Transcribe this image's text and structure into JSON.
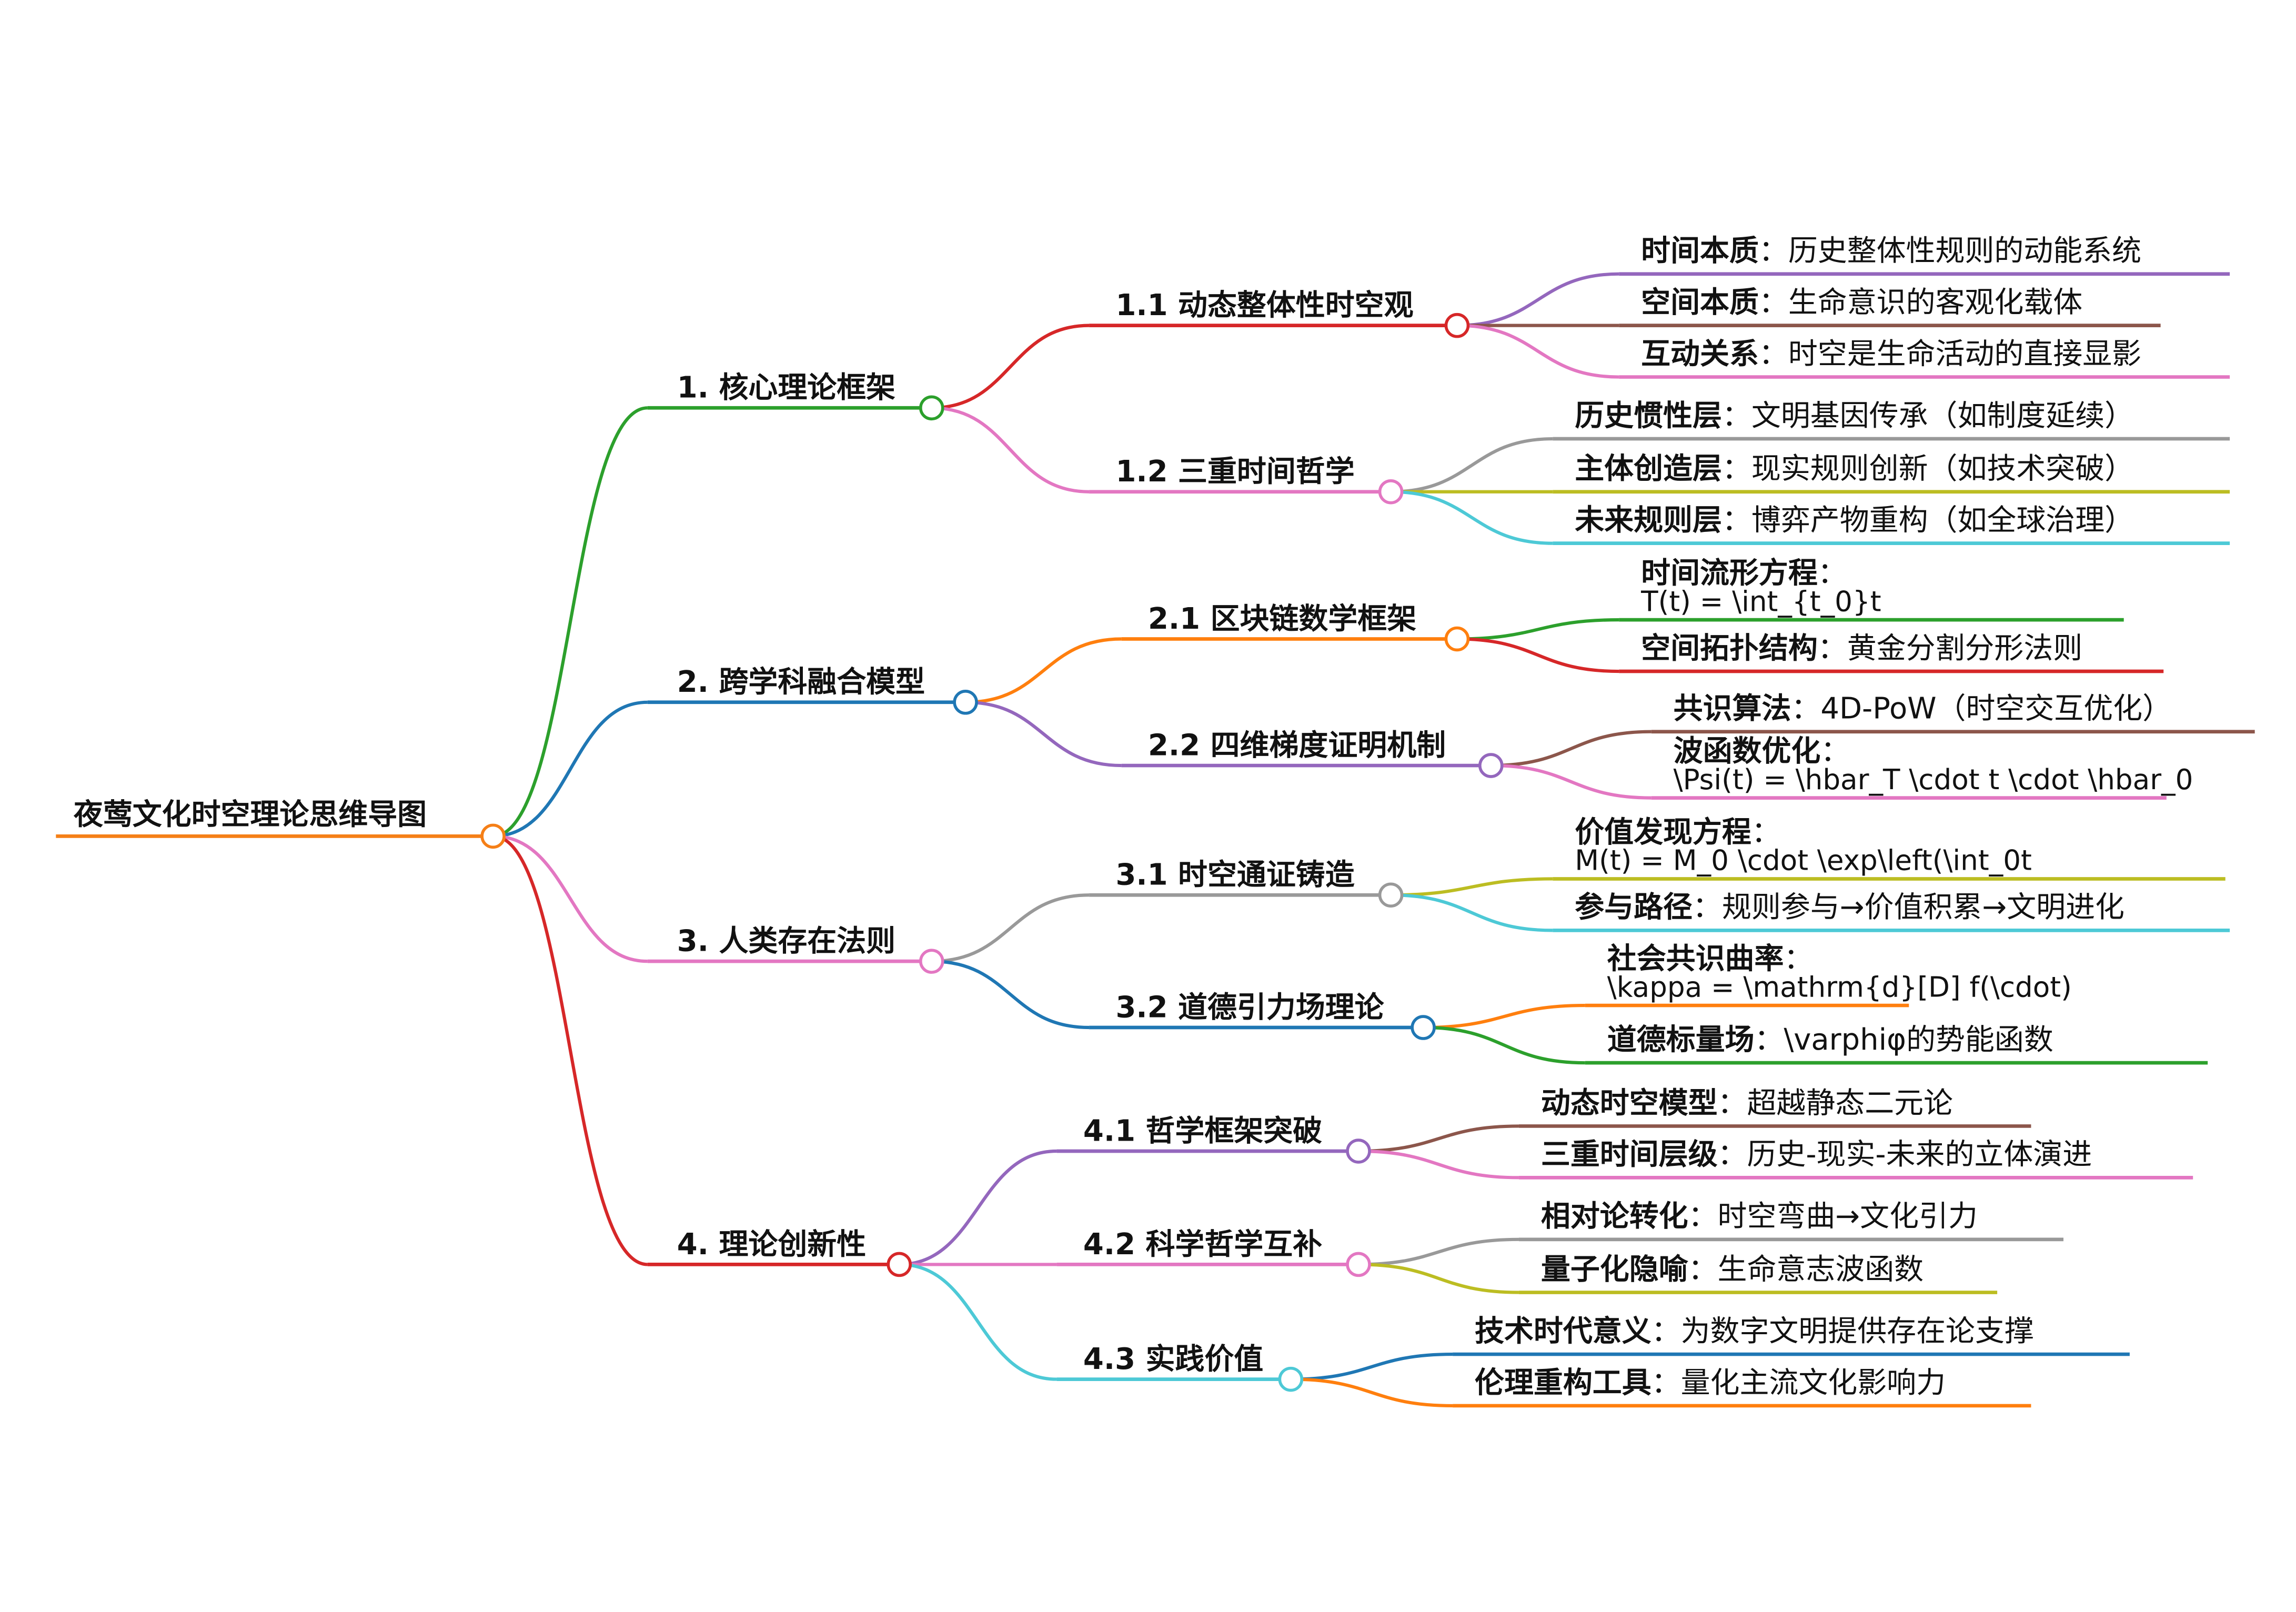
{
  "title": "夜莺文化时空理论思维导图",
  "root_color": "#f57f17",
  "branches": [
    {
      "label": "1. 核心理论框架",
      "color": "#2ca02c",
      "children": [
        {
          "label": "1.1 动态整体性时空观",
          "color": "#d62728",
          "leaves": [
            {
              "key": "时间本质",
              "value": "历史整体性规则的动能系统",
              "color": "#9467bd"
            },
            {
              "key": "空间本质",
              "value": "生命意识的客观化载体",
              "color": "#8c564b"
            },
            {
              "key": "互动关系",
              "value": "时空是生命活动的直接显影",
              "color": "#e377c2"
            }
          ]
        },
        {
          "label": "1.2 三重时间哲学",
          "color": "#e377c2",
          "leaves": [
            {
              "key": "历史惯性层",
              "value": "文明基因传承（如制度延续）",
              "color": "#999999"
            },
            {
              "key": "主体创造层",
              "value": "现实规则创新（如技术突破）",
              "color": "#bcbd22"
            },
            {
              "key": "未来规则层",
              "value": "博弈产物重构（如全球治理）",
              "color": "#4dc9d6"
            }
          ]
        }
      ]
    },
    {
      "label": "2. 跨学科融合模型",
      "color": "#1f77b4",
      "children": [
        {
          "label": "2.1 区块链数学框架",
          "color": "#ff7f0e",
          "leaves": [
            {
              "key": "时间流形方程",
              "formula": "T(t) = \\int_{t_0}t",
              "color": "#2ca02c"
            },
            {
              "key": "空间拓扑结构",
              "value": "黄金分割分形法则",
              "color": "#d62728"
            }
          ]
        },
        {
          "label": "2.2 四维梯度证明机制",
          "color": "#9467bd",
          "leaves": [
            {
              "key": "共识算法",
              "value": "4D-PoW（时空交互优化）",
              "color": "#8c564b"
            },
            {
              "key": "波函数优化",
              "formula": "\\Psi(t) = \\hbar_T \\cdot t \\cdot \\hbar_0",
              "color": "#e377c2"
            }
          ]
        }
      ]
    },
    {
      "label": "3. 人类存在法则",
      "color": "#e377c2",
      "children": [
        {
          "label": "3.1 时空通证铸造",
          "color": "#999999",
          "leaves": [
            {
              "key": "价值发现方程",
              "formula": "M(t) = M_0 \\cdot \\exp\\left(\\int_0t",
              "color": "#bcbd22"
            },
            {
              "key": "参与路径",
              "value": "规则参与→价值积累→文明进化",
              "color": "#4dc9d6"
            }
          ]
        },
        {
          "label": "3.2 道德引力场理论",
          "color": "#1f77b4",
          "leaves": [
            {
              "key": "社会共识曲率",
              "formula": "\\kappa = \\mathrm{d}[D] f(\\cdot)",
              "color": "#ff7f0e"
            },
            {
              "key": "道德标量场",
              "value": "\\varphiφ的势能函数",
              "color": "#2ca02c"
            }
          ]
        }
      ]
    },
    {
      "label": "4. 理论创新性",
      "color": "#d62728",
      "children": [
        {
          "label": "4.1 哲学框架突破",
          "color": "#9467bd",
          "leaves": [
            {
              "key": "动态时空模型",
              "value": "超越静态二元论",
              "color": "#8c564b"
            },
            {
              "key": "三重时间层级",
              "value": "历史-现实-未来的立体演进",
              "color": "#e377c2"
            }
          ]
        },
        {
          "label": "4.2 科学哲学互补",
          "color": "#e377c2",
          "leaves": [
            {
              "key": "相对论转化",
              "value": "时空弯曲→文化引力",
              "color": "#999999"
            },
            {
              "key": "量子化隐喻",
              "value": "生命意志波函数",
              "color": "#bcbd22"
            }
          ]
        },
        {
          "label": "4.3 实践价值",
          "color": "#4dc9d6",
          "leaves": [
            {
              "key": "技术时代意义",
              "value": "为数字文明提供存在论支撑",
              "color": "#1f77b4"
            },
            {
              "key": "伦理重构工具",
              "value": "量化主流文化影响力",
              "color": "#ff7f0e"
            }
          ]
        }
      ]
    }
  ]
}
